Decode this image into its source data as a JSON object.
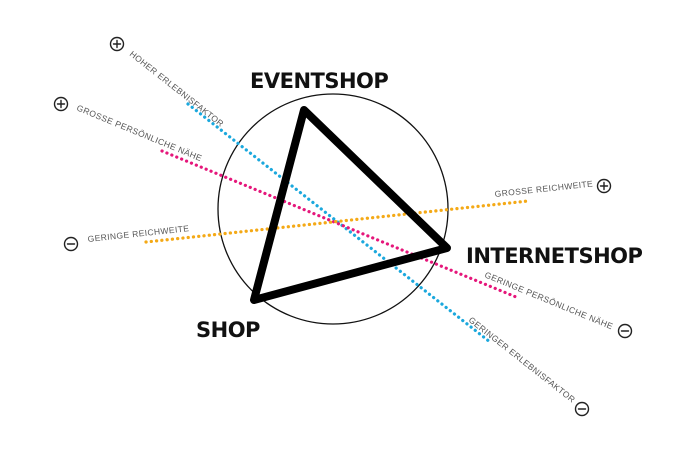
{
  "vertices": {
    "eventshop": "EVENTSHOP",
    "internetshop": "INTERNETSHOP",
    "shop": "SHOP"
  },
  "axes": [
    {
      "id": "erlebnisfaktor",
      "color": "#1ba8dd",
      "high_label": "HOHER ERLEBNISFAKTOR",
      "high_sign": "+",
      "low_label": "GERINGER ERLEBNISFAKTOR",
      "low_sign": "-"
    },
    {
      "id": "naehe",
      "color": "#e5177b",
      "high_label": "GROSSE PERSÖNLICHE NÄHE",
      "high_sign": "+",
      "low_label": "GERINGE PERSÖNLICHE NÄHE",
      "low_sign": "-"
    },
    {
      "id": "reichweite",
      "color": "#f4a916",
      "high_label": "GROSSE REICHWEITE",
      "high_sign": "+",
      "low_label": "GERINGE  REICHWEITE",
      "low_sign": "-"
    }
  ]
}
